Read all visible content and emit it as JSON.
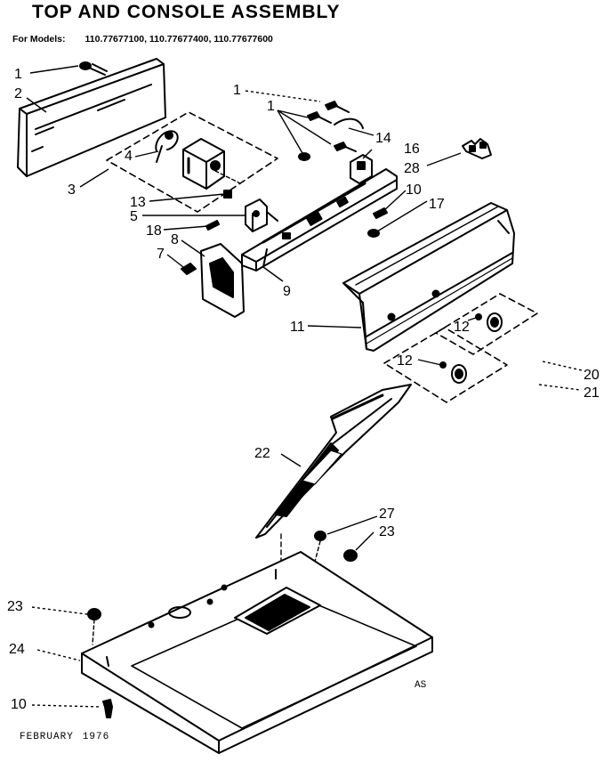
{
  "title": "TOP AND CONSOLE ASSEMBLY",
  "models_label": "For Models:",
  "models": "110.77677100, 110.77677400, 110.77677600",
  "footer": {
    "month": "FEBRUARY",
    "year": "1976"
  },
  "mark": "AS",
  "callouts": [
    "1",
    "2",
    "1",
    "1",
    "14",
    "16",
    "28",
    "3",
    "4",
    "13",
    "5",
    "18",
    "8",
    "7",
    "10",
    "17",
    "9",
    "11",
    "12",
    "12",
    "20",
    "21",
    "22",
    "27",
    "23",
    "23",
    "24",
    "10"
  ],
  "colors": {
    "ink": "#000000",
    "paper": "#ffffff"
  }
}
